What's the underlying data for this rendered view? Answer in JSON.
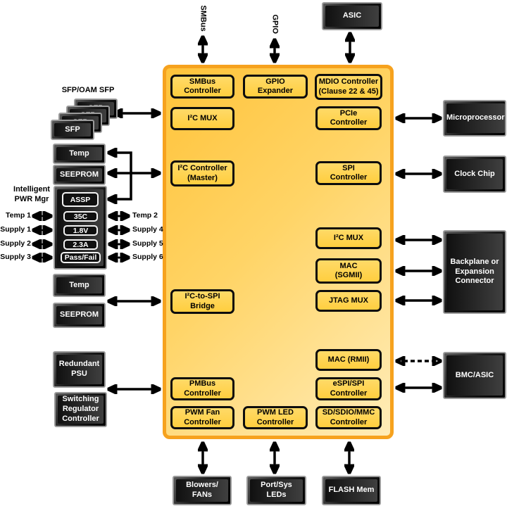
{
  "colors": {
    "chip_border": "#F6A21E",
    "chip_fill_dark": "#FFC33A",
    "chip_fill_light": "#FFECB8",
    "chip_block_fill": "#FFD44D",
    "dark_box_fill": "#1D1D1D",
    "arrow": "#000000"
  },
  "chip": {
    "blocks": {
      "smbus_controller": "SMBus\nController",
      "gpio_expander": "GPIO\nExpander",
      "mdio_controller": "MDIO Controller\n(Clause 22 & 45)",
      "i2c_mux_left": "I²C MUX",
      "pcie_controller": "PCIe\nController",
      "i2c_controller_master": "I²C Controller\n(Master)",
      "spi_controller": "SPI\nController",
      "i2c_mux_right": "I²C MUX",
      "mac_sgmii": "MAC\n(SGMII)",
      "i2c_to_spi_bridge": "I²C-to-SPI\nBridge",
      "jtag_mux": "JTAG MUX",
      "mac_rmii": "MAC (RMII)",
      "pmbus_controller": "PMBus\nController",
      "espi_spi_controller": "eSPI/SPI\nController",
      "pwm_fan_controller": "PWM Fan\nController",
      "pwm_led_controller": "PWM LED\nController",
      "sd_sdio_mmc_controller": "SD/SDIO/MMC\nController"
    }
  },
  "top": {
    "smbus_bus_label": "SMBus",
    "gpio_bus_label": "GPIO",
    "asic": "ASIC"
  },
  "left": {
    "sfp_stack_label": "SFP/OAM SFP",
    "sfp": "SFP",
    "temp_upper": "Temp",
    "seeprom_upper": "SEEPROM",
    "pwr_mgr_label": "Intelligent\nPWR Mgr",
    "assp": "ASSP",
    "temp_value": "35C",
    "voltage_value": "1.8V",
    "current_value": "2.3A",
    "pass_fail": "Pass/Fail",
    "temp1": "Temp 1",
    "supply1": "Supply 1",
    "supply2": "Supply 2",
    "supply3": "Supply 3",
    "temp2": "Temp 2",
    "supply4": "Supply 4",
    "supply5": "Supply 5",
    "supply6": "Supply 6",
    "temp_lower": "Temp",
    "seeprom_lower": "SEEPROM",
    "redundant_psu": "Redundant\nPSU",
    "switching_regulator": "Switching\nRegulator\nController"
  },
  "right": {
    "microprocessor": "Microprocessor",
    "clock_chip": "Clock Chip",
    "backplane": "Backplane or\nExpansion\nConnector",
    "bmc_asic": "BMC/ASIC"
  },
  "bottom": {
    "blowers_fans": "Blowers/\nFANs",
    "port_sys_leds": "Port/Sys\nLEDs",
    "flash_mem": "FLASH Mem"
  }
}
